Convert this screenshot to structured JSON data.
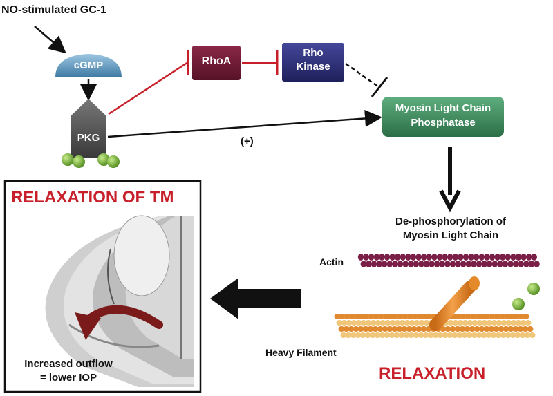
{
  "title_input": "NO-stimulated GC-1",
  "nodes": {
    "cgmp": "cGMP",
    "pkg": "PKG",
    "rhoa": "RhoA",
    "rho_kinase_line1": "Rho",
    "rho_kinase_line2": "Kinase",
    "mlcp_line1": "Myosin Light Chain",
    "mlcp_line2": "Phosphatase"
  },
  "edge_labels": {
    "positive": "(+)"
  },
  "steps": {
    "dephos_line1": "De-phosphorylation of",
    "dephos_line2": "Myosin Light Chain",
    "actin": "Actin",
    "heavy_filament": "Heavy Filament",
    "relaxation": "RELAXATION"
  },
  "panel": {
    "title": "RELAXATION OF TM",
    "outflow_line1": "Increased outflow",
    "outflow_line2": "= lower IOP"
  },
  "colors": {
    "red": "#c8202a",
    "rhoa_fill": "#6e1a33",
    "rho_kinase_fill": "#2d2f7a",
    "mlcp_fill": "#3c8a5e",
    "cgmp_fill": "#5a93b8",
    "pkg_fill": "#555555",
    "green_ball": "#7bb83a",
    "actin": "#7a1f45",
    "myosin": "#e58a2a"
  }
}
